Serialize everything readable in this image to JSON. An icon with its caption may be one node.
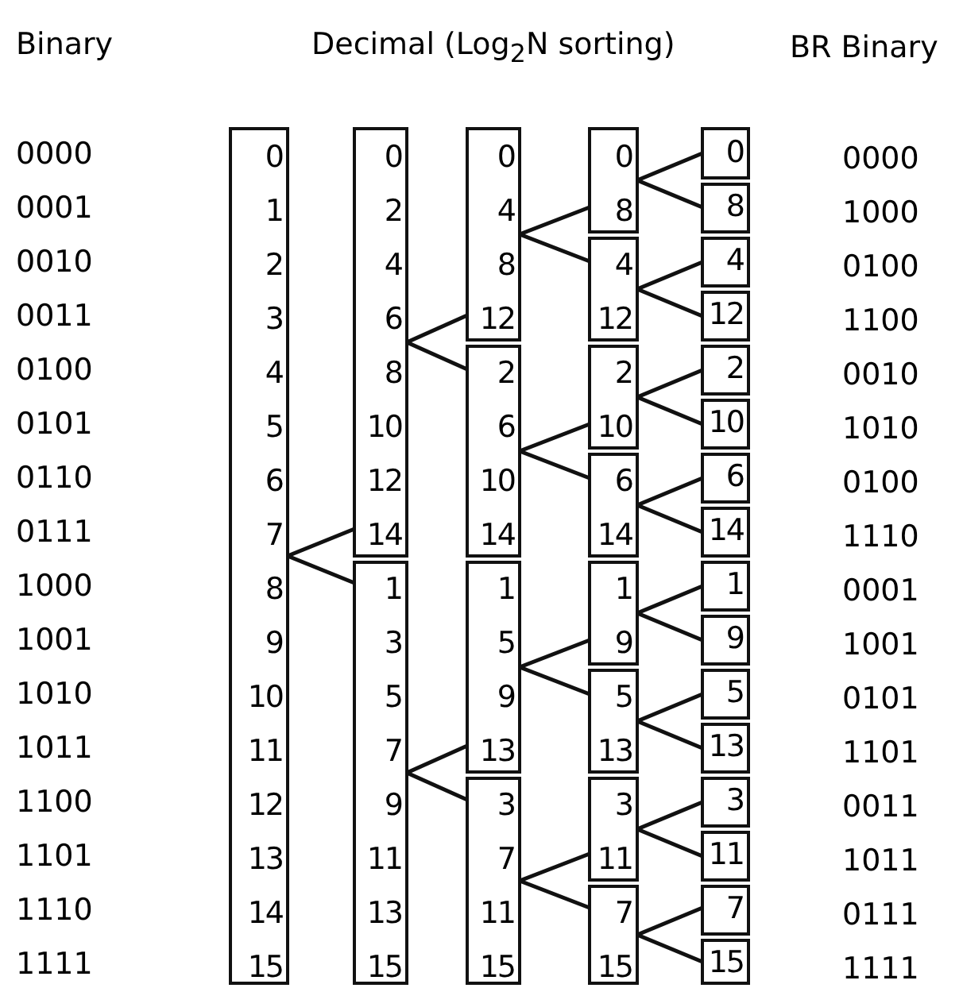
{
  "diagram": {
    "title": "Decimal (Log$_{2}$N sorting)",
    "nodes": [
      {
        "text": [
          "0",
          "1",
          "2",
          "3",
          "4",
          "5",
          "6",
          "7",
          "8",
          "9",
          "10",
          "11",
          "12",
          "13",
          "14",
          "15"
        ]
      },
      {
        "text": [
          "0",
          "2",
          "4",
          "6",
          "8",
          "10",
          "12",
          "14"
        ]
      },
      {
        "text": [
          "1",
          "3",
          "5",
          "7",
          "9",
          "11",
          "13",
          "15"
        ]
      },
      {
        "text": [
          "0",
          "4",
          "8",
          "12"
        ]
      },
      {
        "text": [
          "2",
          "6",
          "10",
          "14"
        ]
      },
      {
        "text": [
          "1",
          "5",
          "9",
          "13"
        ]
      },
      {
        "text": [
          "3",
          "7",
          "11",
          "15"
        ]
      },
      {
        "text": [
          "0",
          "8"
        ]
      },
      {
        "text": [
          "4",
          "12"
        ]
      },
      {
        "text": [
          "2",
          "10"
        ]
      },
      {
        "text": [
          "6",
          "14"
        ]
      },
      {
        "text": [
          "1",
          "9"
        ]
      },
      {
        "text": [
          "5",
          "13"
        ]
      },
      {
        "text": [
          "3",
          "11"
        ]
      },
      {
        "text": [
          "7",
          "15"
        ]
      },
      {
        "text": [
          "0"
        ]
      },
      {
        "text": [
          "8"
        ]
      },
      {
        "text": [
          "4"
        ]
      },
      {
        "text": [
          "12"
        ]
      },
      {
        "text": [
          "2"
        ]
      },
      {
        "text": [
          "10"
        ]
      },
      {
        "text": [
          "6"
        ]
      },
      {
        "text": [
          "14"
        ]
      },
      {
        "text": [
          "1"
        ]
      },
      {
        "text": [
          "9"
        ]
      },
      {
        "text": [
          "5"
        ]
      },
      {
        "text": [
          "13"
        ]
      },
      {
        "text": [
          "3"
        ]
      },
      {
        "text": [
          "11"
        ]
      },
      {
        "text": [
          "7"
        ]
      },
      {
        "text": [
          "15"
        ]
      }
    ],
    "edges": [
      {
        "from": 0,
        "to": 1,
        "arrow": "none"
      },
      {
        "from": 0,
        "to": 2,
        "arrow": "none"
      },
      {
        "from": 1,
        "to": 3,
        "arrow": "none"
      },
      {
        "from": 1,
        "to": 4,
        "arrow": "none"
      },
      {
        "from": 2,
        "to": 5,
        "arrow": "none"
      },
      {
        "from": 2,
        "to": 6,
        "arrow": "none"
      },
      {
        "from": 3,
        "to": 7,
        "arrow": "none"
      },
      {
        "from": 3,
        "to": 8,
        "arrow": "none"
      },
      {
        "from": 4,
        "to": 9,
        "arrow": "none"
      },
      {
        "from": 4,
        "to": 10,
        "arrow": "none"
      },
      {
        "from": 5,
        "to": 11,
        "arrow": "none"
      },
      {
        "from": 5,
        "to": 12,
        "arrow": "none"
      },
      {
        "from": 6,
        "to": 13,
        "arrow": "none"
      },
      {
        "from": 6,
        "to": 14,
        "arrow": "none"
      },
      {
        "from": 7,
        "to": 15,
        "arrow": "none"
      },
      {
        "from": 7,
        "to": 16,
        "arrow": "none"
      },
      {
        "from": 8,
        "to": 17,
        "arrow": "none"
      },
      {
        "from": 8,
        "to": 18,
        "arrow": "none"
      },
      {
        "from": 9,
        "to": 19,
        "arrow": "none"
      },
      {
        "from": 9,
        "to": 20,
        "arrow": "none"
      },
      {
        "from": 10,
        "to": 21,
        "arrow": "none"
      },
      {
        "from": 10,
        "to": 22,
        "arrow": "none"
      },
      {
        "from": 11,
        "to": 23,
        "arrow": "none"
      },
      {
        "from": 11,
        "to": 24,
        "arrow": "none"
      },
      {
        "from": 12,
        "to": 25,
        "arrow": "none"
      },
      {
        "from": 12,
        "to": 26,
        "arrow": "none"
      },
      {
        "from": 13,
        "to": 27,
        "arrow": "none"
      },
      {
        "from": 13,
        "to": 28,
        "arrow": "none"
      },
      {
        "from": 14,
        "to": 29,
        "arrow": "none"
      },
      {
        "from": 14,
        "to": 30,
        "arrow": "none"
      }
    ],
    "labels": [
      "Binary",
      "BR Binary",
      "0000",
      "0000",
      "0001",
      "1000",
      "0010",
      "0100",
      "0011",
      "1100",
      "0100",
      "0010",
      "0101",
      "1010",
      "0110",
      "0100",
      "0111",
      "1110",
      "1000",
      "0001",
      "1001",
      "1001",
      "1010",
      "0101",
      "1011",
      "1101",
      "1100",
      "0011",
      "1101",
      "1011",
      "1110",
      "0111",
      "1111",
      "1111"
    ]
  }
}
